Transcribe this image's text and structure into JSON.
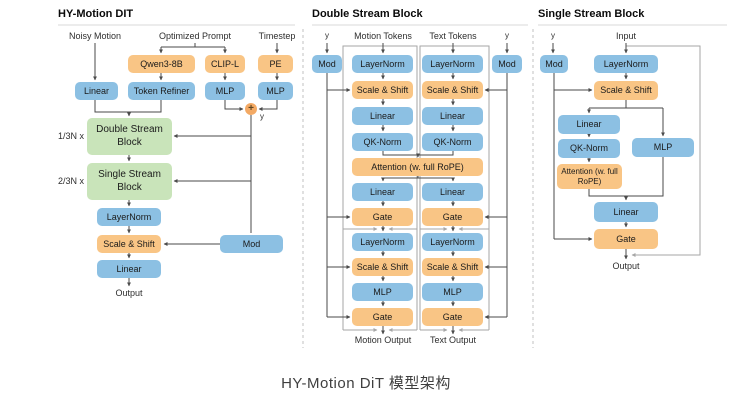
{
  "diagram": {
    "caption": "HY-Motion DiT 模型架构",
    "left_panel": {
      "title": "HY-Motion DIT",
      "input_labels": {
        "noisy_motion": "Noisy Motion",
        "optimized_prompt": "Optimized Prompt",
        "timestep": "Timestep"
      },
      "nodes": {
        "qwen": "Qwen3-8B",
        "clip": "CLIP-L",
        "pe": "PE",
        "linear_in": "Linear",
        "token_refiner": "Token Refiner",
        "mlp_clip": "MLP",
        "mlp_time": "MLP",
        "double_stream": "Double Stream Block",
        "single_stream": "Single Stream Block",
        "layernorm": "LayerNorm",
        "scale_shift": "Scale & Shift",
        "linear_out": "Linear",
        "mod": "Mod"
      },
      "annotations": {
        "double_mult": "1/3N x",
        "single_mult": "2/3N x",
        "plus": "+",
        "y": "y",
        "output": "Output"
      }
    },
    "double_panel": {
      "title": "Double Stream Block",
      "labels": {
        "y_left": "y",
        "motion_tokens": "Motion Tokens",
        "text_tokens": "Text Tokens",
        "y_right": "y",
        "motion_output": "Motion Output",
        "text_output": "Text Output"
      },
      "nodes": {
        "mod_left": "Mod",
        "mod_right": "Mod",
        "layernorm1": "LayerNorm",
        "scale_shift1": "Scale & Shift",
        "linear1": "Linear",
        "qk_norm": "QK-Norm",
        "attention": "Attention (w. full RoPE)",
        "linear2": "Linear",
        "gate1": "Gate",
        "layernorm2": "LayerNorm",
        "scale_shift2": "Scale & Shift",
        "mlp": "MLP",
        "gate2": "Gate"
      }
    },
    "single_panel": {
      "title": "Single Stream Block",
      "labels": {
        "y": "y",
        "input": "Input",
        "output": "Output"
      },
      "nodes": {
        "mod": "Mod",
        "layernorm": "LayerNorm",
        "scale_shift": "Scale & Shift",
        "linear1": "Linear",
        "qk_norm": "QK-Norm",
        "mlp": "MLP",
        "attention": "Attention (w. full RoPE)",
        "linear2": "Linear",
        "gate": "Gate"
      }
    },
    "colors": {
      "node_blue": "#8CC0E3",
      "node_orange": "#F9C585",
      "node_green": "#C9E4BA",
      "plus_circle": "#F3A964",
      "flow_line": "#4a4a4a",
      "residual_line": "#a6a6a6",
      "separator": "#c2c2c2",
      "header_rule": "#d9d9d9"
    }
  }
}
